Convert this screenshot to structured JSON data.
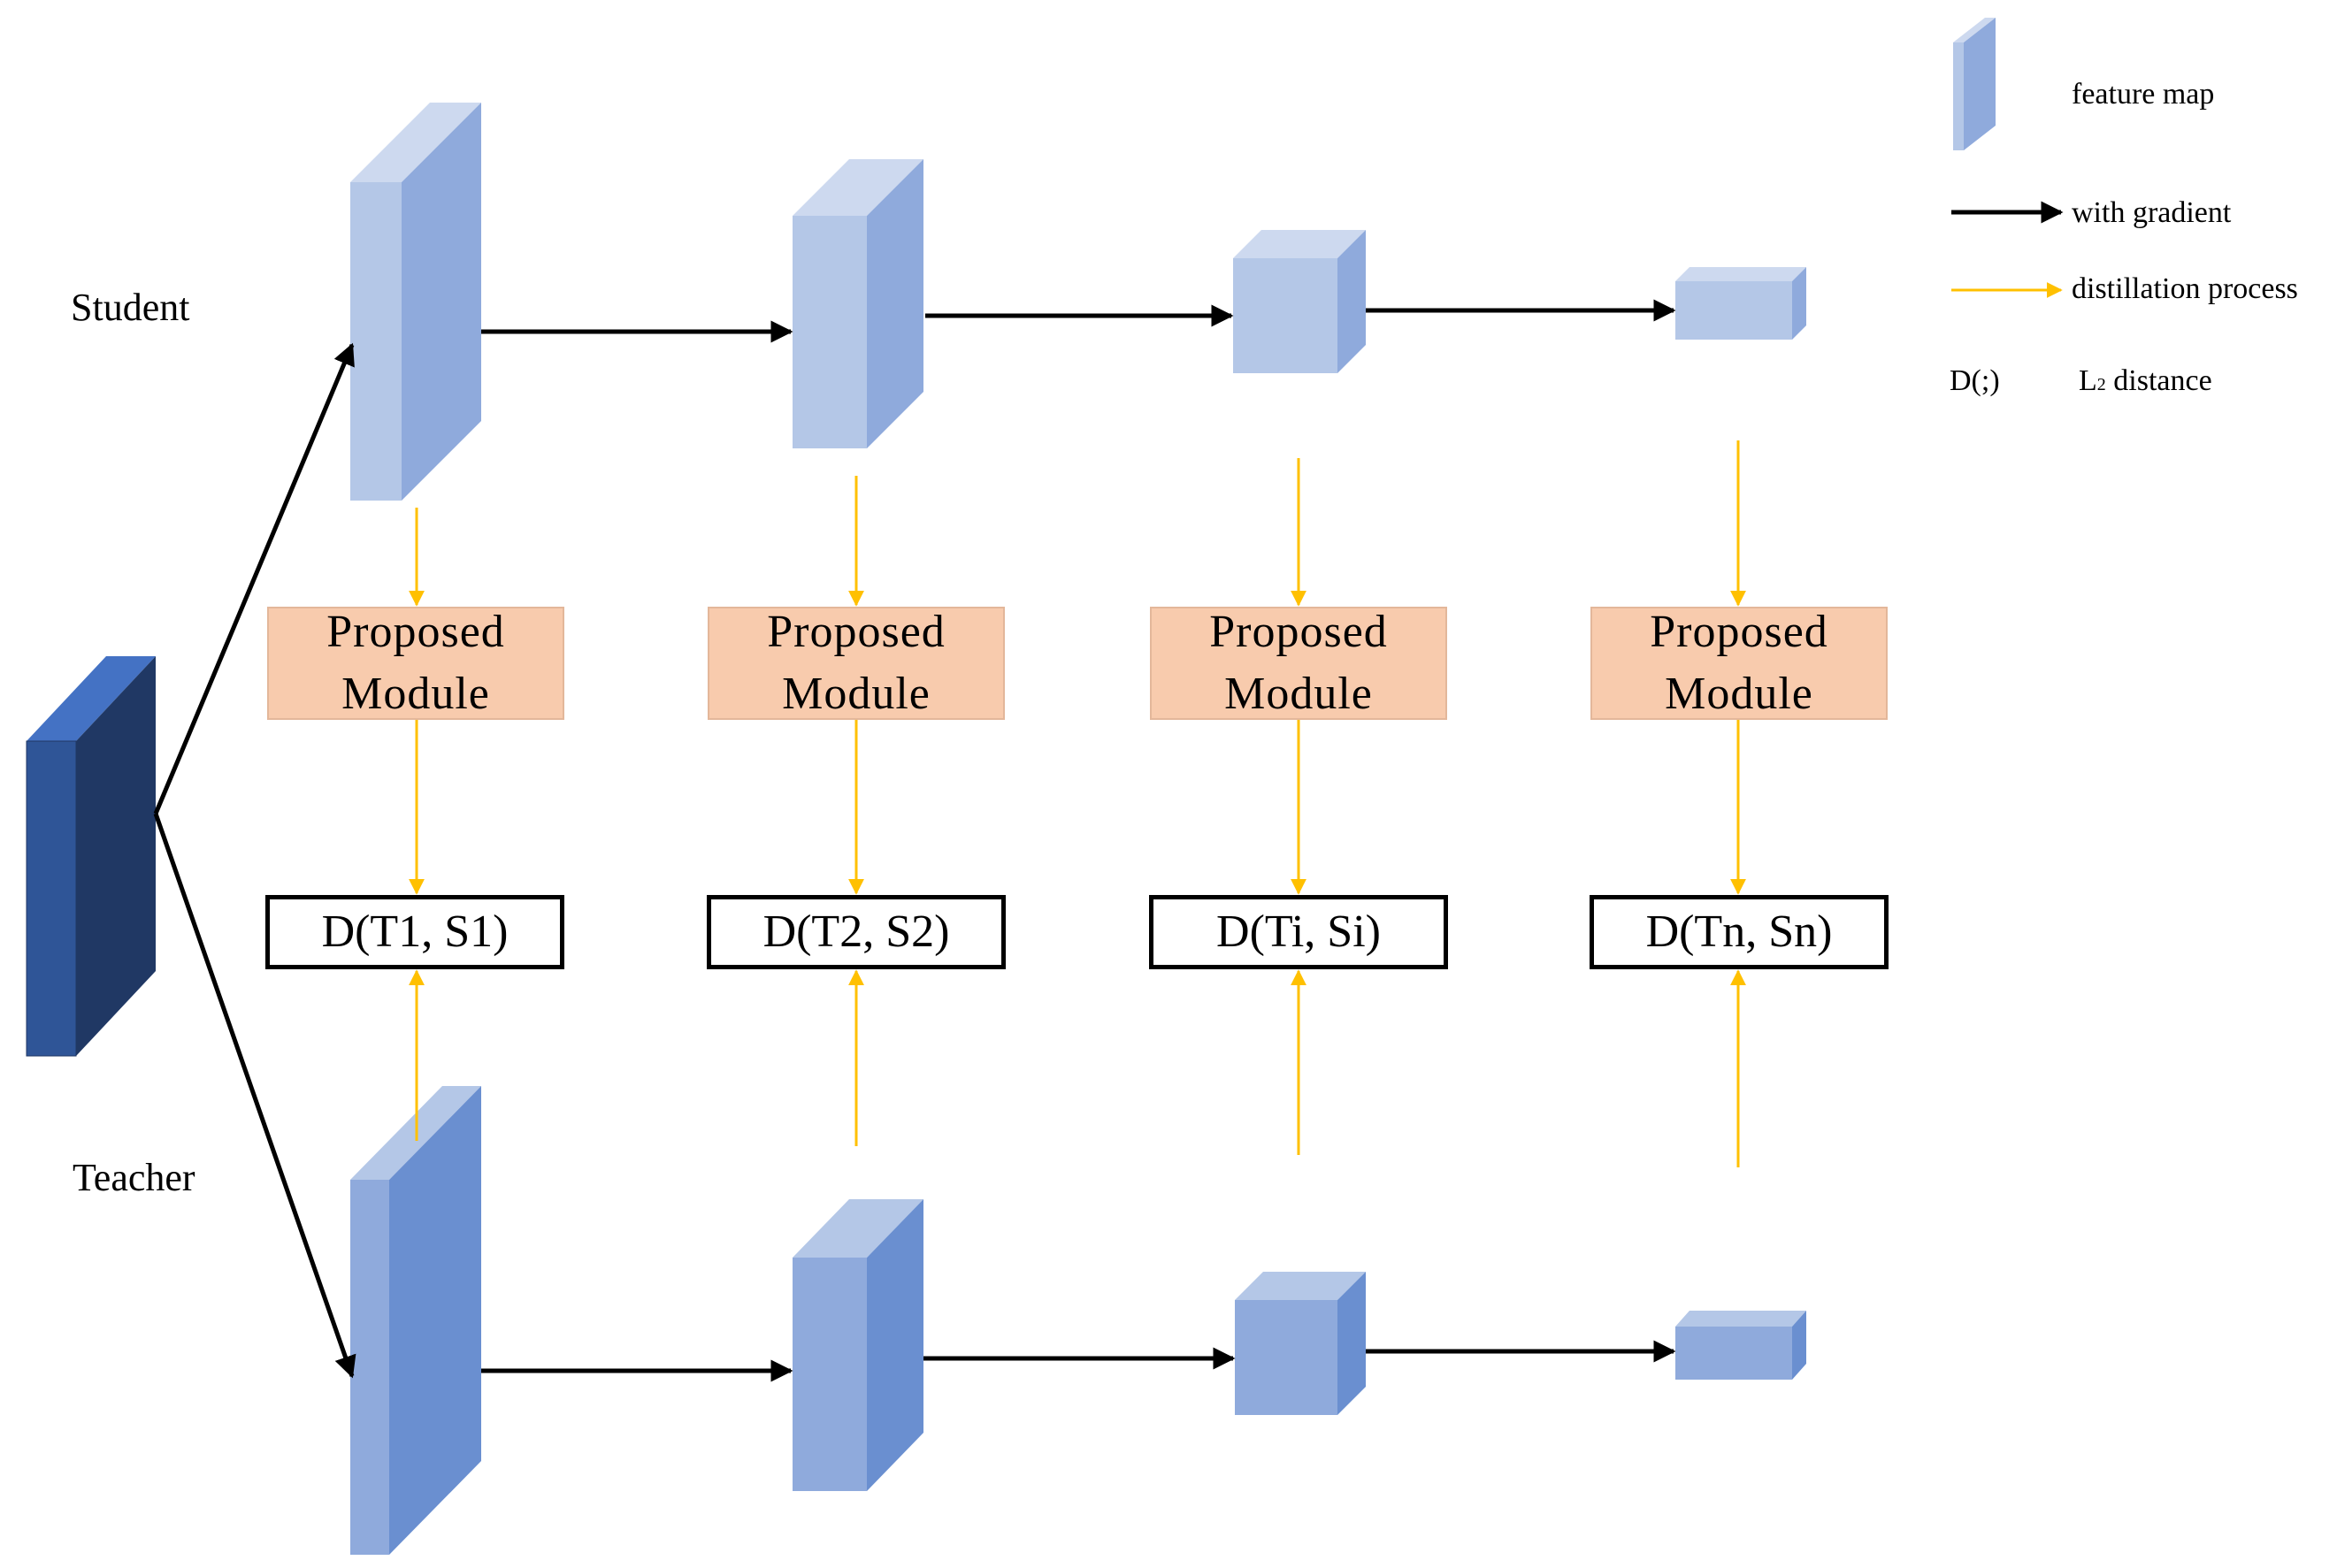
{
  "labels": {
    "student": "Student",
    "teacher": "Teacher"
  },
  "modules": [
    {
      "line1": "Proposed",
      "line2": "Module"
    },
    {
      "line1": "Proposed",
      "line2": "Module"
    },
    {
      "line1": "Proposed",
      "line2": "Module"
    },
    {
      "line1": "Proposed",
      "line2": "Module"
    }
  ],
  "distances": [
    "D(T1, S1)",
    "D(T2, S2)",
    "D(Ti, Si)",
    "D(Tn, Sn)"
  ],
  "legend": {
    "feature_map": "feature map",
    "with_gradient": "with gradient",
    "distillation_process": "distillation process",
    "d_symbol": "D(;)",
    "l2_letter": "L",
    "l2_subscript": "2",
    "l2_rest": " distance"
  },
  "colors": {
    "module_fill": "#f8cbad",
    "distill_arrow": "#ffc000",
    "gradient_arrow": "#000000",
    "input_front": "#2f5597",
    "input_side": "#203864",
    "input_top": "#4472c4",
    "student_front": "#b4c7e7",
    "student_side": "#8faadc",
    "student_top": "#cdd9ef",
    "teacher_front": "#8faadc",
    "teacher_side": "#6a8fd0",
    "teacher_top": "#b4c7e7"
  }
}
